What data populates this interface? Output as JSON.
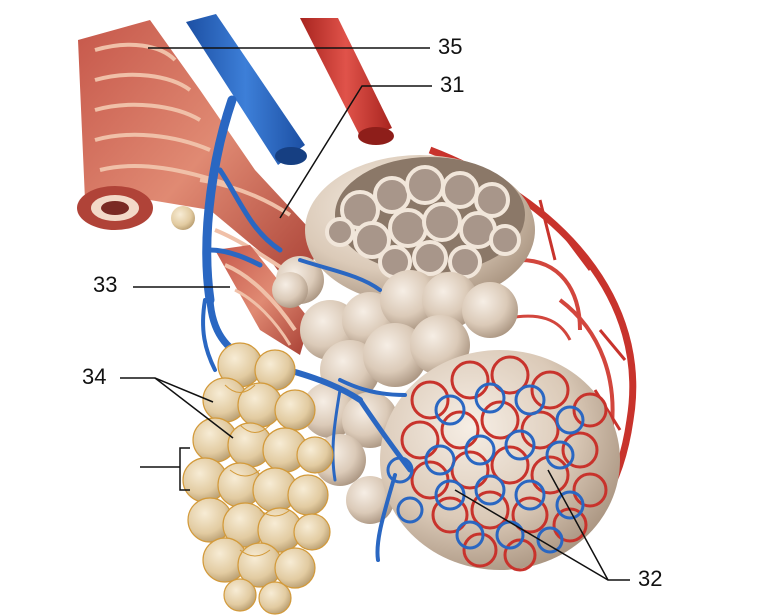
{
  "labels": {
    "l35": "35",
    "l31": "31",
    "l33": "33",
    "l34": "34",
    "l32": "32"
  },
  "colors": {
    "vein": "#2a67c2",
    "artery": "#c8332c",
    "muscle": "#b84a3d",
    "alveolus": "#d9c8b6",
    "alveolus_shade": "#b9a48f",
    "sac": "#e6d2ac",
    "sac_line": "#d39a3a",
    "leader": "#111111"
  }
}
